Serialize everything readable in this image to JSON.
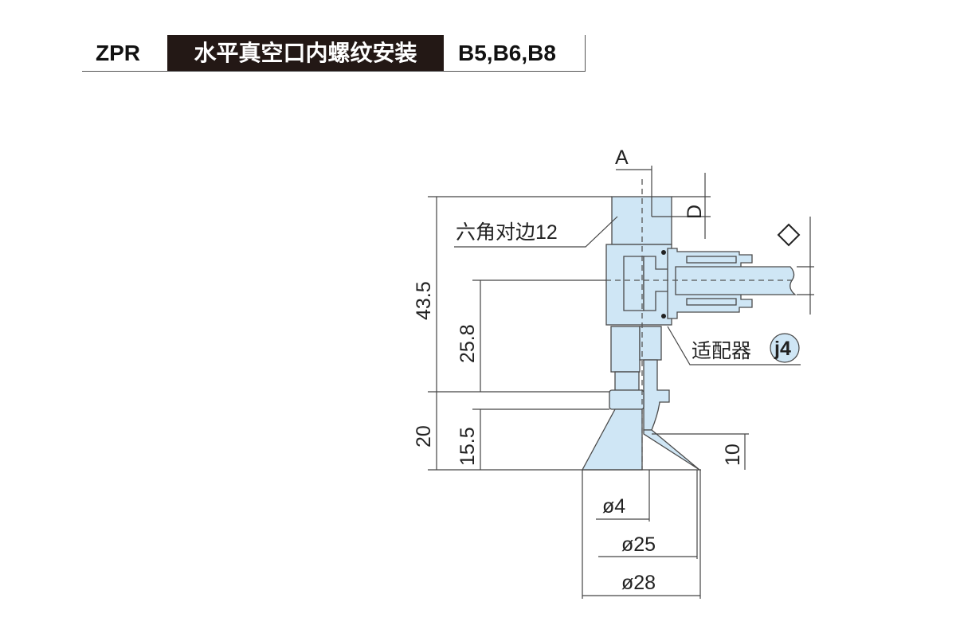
{
  "header": {
    "model": "ZPR",
    "title": "水平真空口内螺纹安装",
    "variants": "B5,B6,B8"
  },
  "drawing": {
    "colors": {
      "part_fill": "#cfe6f5",
      "header_bg": "#231815"
    },
    "labels": {
      "A": "A",
      "D": "D",
      "hex_label": "六角对边12",
      "adapter_label": "适配器",
      "adapter_badge": "j4",
      "diamond_symbol": "◇"
    },
    "dimensions": {
      "total_height": "43.5",
      "port_height": "25.8",
      "lower_height": "20",
      "cup_height": "15.5",
      "cup_lip": "10",
      "d_inner": "ø4",
      "d_cup": "ø25",
      "d_outer": "ø28"
    }
  }
}
